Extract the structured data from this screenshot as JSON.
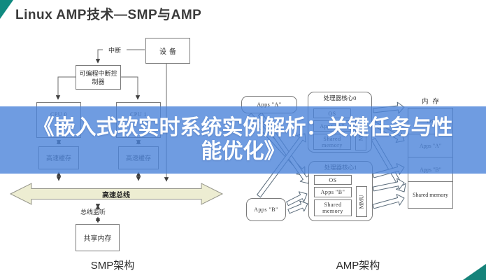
{
  "slide": {
    "title": "Linux AMP技术—SMP与AMP"
  },
  "banner": {
    "text": "《嵌入式软实时系统实例解析：关键任务与性能优化》"
  },
  "smp": {
    "caption": "SMP架构",
    "interrupt": "中断",
    "device": "设备",
    "interrupt_controller": "可编程中断控制器",
    "cpu0": "CPU 0",
    "cpu1": "CPU 1",
    "cache0": "高速缓存",
    "cache1": "高速缓存",
    "bus": "高速总线",
    "bus_snoop": "总线监听",
    "shared_memory": "共享内存"
  },
  "amp": {
    "caption": "AMP架构",
    "apps_a": "Apps \"A\"",
    "apps_b": "Apps \"B\"",
    "core0": {
      "title": "处理器核心0",
      "os": "OS",
      "apps": "Apps \"A\"",
      "shared": "Shared memory",
      "mmu": "MMU"
    },
    "core1": {
      "title": "处理器核心1",
      "os": "OS",
      "apps": "Apps \"B\"",
      "shared": "Shared memory",
      "mmu": "MMU"
    },
    "memory": {
      "label": "内存",
      "sections": [
        "OS",
        "Apps \"A\"",
        "Apps \"B\"",
        "Shared memory"
      ]
    }
  },
  "colors": {
    "accent_teal": "#128a80",
    "banner_blue": "#6f9ce1",
    "bus_fill": "#ededd2"
  }
}
